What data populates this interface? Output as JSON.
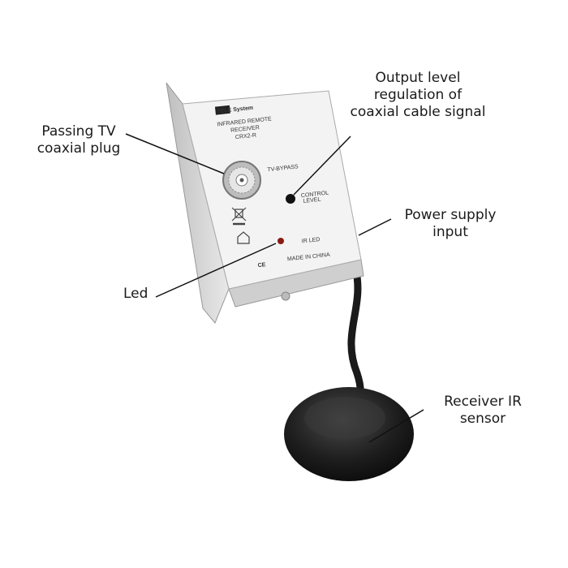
{
  "annotations": {
    "coax_plug": [
      "Passing TV",
      "coaxial plug"
    ],
    "output_level": [
      "Output level",
      "regulation of",
      "coaxial cable signal"
    ],
    "power_supply": [
      "Power supply",
      "input"
    ],
    "led": "Led",
    "ir_sensor": [
      "Receiver IR",
      "sensor"
    ]
  },
  "device_label": {
    "brand": "TELE System",
    "line1": "INFRARED REMOTE",
    "line2": "RECEIVER",
    "model": "CRX2-R",
    "tv_bypass": "TV-BYPASS",
    "control_level": [
      "CONTROL",
      "LEVEL"
    ],
    "ir_led": "IR LED",
    "made_in": "MADE IN CHINA",
    "ce": "CE"
  },
  "colors": {
    "led": "#8a1a14",
    "puck": "#1c1c1c",
    "body": "#f2f2f2"
  }
}
